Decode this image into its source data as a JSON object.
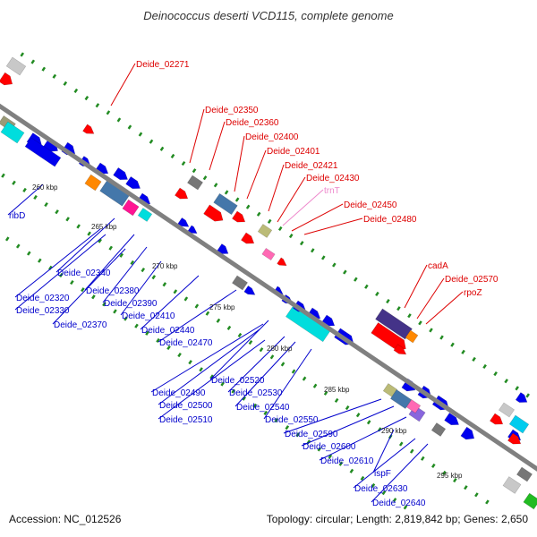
{
  "title": "Deinococcus deserti VCD115, complete genome",
  "accession": "Accession: NC_012526",
  "topology": "Topology: circular; Length: 2,819,842 bp; Genes: 2,650",
  "colors": {
    "backbone": "#808080",
    "forward_label": "#dd0000",
    "reverse_label": "#0000cc",
    "trna_label": "#ee88cc",
    "dots": "#228b22"
  },
  "ticks": [
    "260 kbp",
    "265 kbp",
    "270 kbp",
    "275 kbp",
    "280 kbp",
    "285 kbp",
    "290 kbp",
    "295 kbp"
  ],
  "forward_labels": [
    "Deide_02271",
    "Deide_02350",
    "Deide_02360",
    "Deide_02400",
    "Deide_02401",
    "Deide_02421",
    "Deide_02430",
    "Deide_02450",
    "Deide_02480",
    "cadA",
    "Deide_02570",
    "rpoZ"
  ],
  "trna_labels": [
    "trnT"
  ],
  "reverse_labels": [
    "ribD",
    "Deide_02340",
    "Deide_02320",
    "Deide_02330",
    "Deide_02380",
    "Deide_02390",
    "Deide_02370",
    "Deide_02410",
    "Deide_02440",
    "Deide_02470",
    "Deide_02520",
    "Deide_02490",
    "Deide_02530",
    "Deide_02500",
    "Deide_02540",
    "Deide_02510",
    "Deide_02550",
    "Deide_02590",
    "Deide_02600",
    "Deide_02610",
    "ispF",
    "Deide_02630",
    "Deide_02640"
  ]
}
